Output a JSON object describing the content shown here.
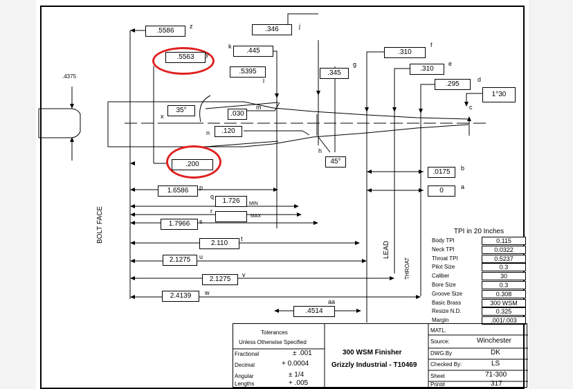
{
  "dims": {
    "z": ".5586",
    "y": ".5563",
    "k": ".445",
    "j": ".346",
    "l": ".5395",
    "g": ".345",
    "f": ".310",
    "e": ".310",
    "d": ".295",
    "c_box": "1°30",
    "left_dia": ".4375",
    "m": ".030",
    "n": ".120",
    "x_angle": "35°",
    "h_angle": "45°",
    "b": ".0175",
    "a": "0",
    "p_box": ".200",
    "p": "1.6586",
    "q": "1.726",
    "q_note": "MIN",
    "r": "",
    "r_note": "MAX",
    "s": "1.7966",
    "t": "2.110",
    "u": "2.1275",
    "v": "2.1275",
    "w": "2.4139",
    "aa": ".4514"
  },
  "letters": {
    "z": "z",
    "y": "y",
    "k": "k",
    "j": "j",
    "l": "l",
    "g": "g",
    "f": "f",
    "e": "e",
    "d": "d",
    "c": "c",
    "x": "x",
    "m": "m",
    "n": "n",
    "h": "h",
    "b": "b",
    "a": "a",
    "p": "p",
    "q": "q",
    "r": "r",
    "s": "s",
    "t": "t",
    "u": "u",
    "v": "v",
    "w": "w",
    "aa": "aa"
  },
  "vertical_labels": {
    "bolt_face": "BOLT FACE",
    "lead": "LEAD",
    "throat": "THROAT"
  },
  "tpi": {
    "title": "TPI in 20 Inches",
    "rows": [
      {
        "label": "Body TPI",
        "value": "0.115"
      },
      {
        "label": "Neck TPI",
        "value": "0.0322"
      },
      {
        "label": "Throat TPI",
        "value": "0.5237"
      },
      {
        "label": "Pilot Size",
        "value": "0.3"
      },
      {
        "label": "Caliber",
        "value": "30"
      },
      {
        "label": "Bore Size",
        "value": "0.3"
      },
      {
        "label": "Groove Size",
        "value": "0.308"
      },
      {
        "label": "Basic Brass",
        "value": "300 WSM"
      },
      {
        "label": "Resize N.D.",
        "value": "0.325"
      },
      {
        "label": "Margin",
        "value": ".001/.003"
      }
    ]
  },
  "title_block": {
    "tolerances": "Tolerances",
    "unless": "Unless Otherwise Specified",
    "fractional_label": "Fractional",
    "fractional_value": "± .001",
    "decimal_label": "Decimal",
    "decimal_value": "+ 0.0004",
    "angular_label": "Angular",
    "angular_value": "± 1/4",
    "lengths_label": "Lengths",
    "lengths_value": "+ .005",
    "title_line1": "300 WSM Finisher",
    "title_line2": "Grizzly Industrial - T10469",
    "matl_label": "MATL.",
    "source_label": "Source:",
    "source_value": "Winchester",
    "dwg_label": "DWG.By",
    "dwg_value": "DK",
    "checked_label": "Checked By:",
    "checked_value": "LS",
    "sheet_label": "Sheet",
    "sheet_value": "71-300",
    "print_label": "Print#",
    "print_value": "317"
  }
}
